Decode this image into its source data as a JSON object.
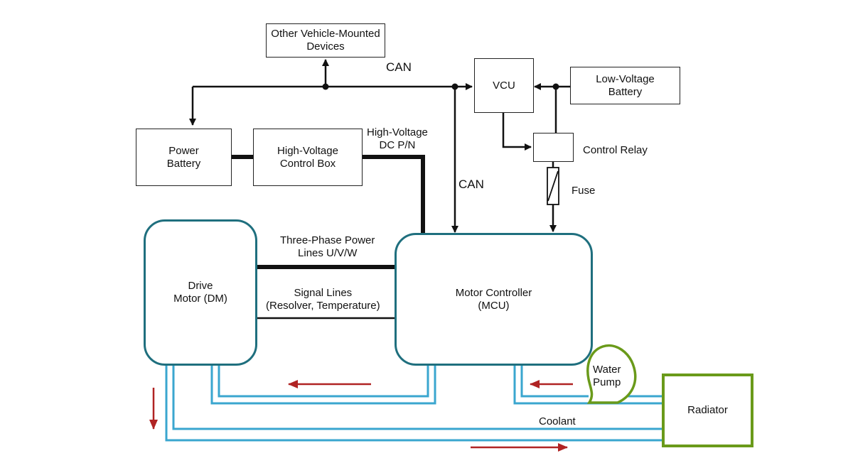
{
  "boxes": {
    "other_devices": [
      "Other Vehicle-Mounted",
      "Devices"
    ],
    "vcu": [
      "VCU"
    ],
    "low_voltage_battery": [
      "Low-Voltage",
      "Battery"
    ],
    "power_battery": [
      "Power",
      "Battery"
    ],
    "hv_control_box": [
      "High-Voltage",
      "Control Box"
    ],
    "control_relay": [
      "Control Relay"
    ],
    "fuse": [
      "Fuse"
    ],
    "drive_motor": [
      "Drive",
      "Motor (DM)"
    ],
    "motor_controller": [
      "Motor Controller",
      "(MCU)"
    ],
    "water_pump": [
      "Water",
      "Pump"
    ],
    "radiator": [
      "Radiator"
    ]
  },
  "labels": {
    "can_top": "CAN",
    "can_vertical": "CAN",
    "hv_dc": [
      "High-Voltage",
      "DC P/N"
    ],
    "three_phase": [
      "Three-Phase Power",
      "Lines U/V/W"
    ],
    "signal_lines": [
      "Signal Lines",
      "(Resolver, Temperature)"
    ],
    "coolant": "Coolant"
  },
  "colors": {
    "line": "#111111",
    "motor_border": "#1f6f7e",
    "coolant_pipe": "#3aa6cf",
    "flow_arrow": "#b02323",
    "pump_radiator": "#6a9a1a"
  }
}
